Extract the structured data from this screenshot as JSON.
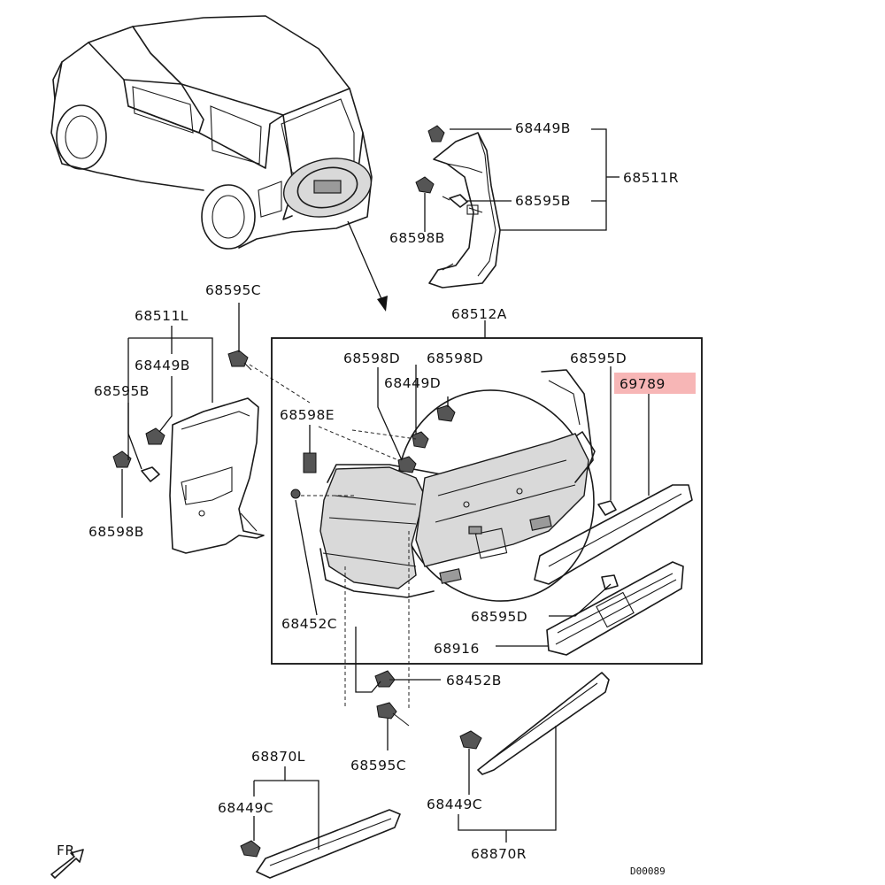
{
  "labels": {
    "p68449B_top": "68449B",
    "p68511R": "68511R",
    "p68595B_top": "68595B",
    "p68598B_top": "68598B",
    "p68595C_left": "68595C",
    "p68511L": "68511L",
    "p68449B_left": "68449B",
    "p68595B_left": "68595B",
    "p68598B_left": "68598B",
    "p68512A": "68512A",
    "p68598D_a": "68598D",
    "p68598D_b": "68598D",
    "p68595D_top": "68595D",
    "p68449D": "68449D",
    "p69789": "69789",
    "p68598E": "68598E",
    "p68452C": "68452C",
    "p68595D_bottom": "68595D",
    "p68916": "68916",
    "p68452B": "68452B",
    "p68595C_bottom": "68595C",
    "p68870L": "68870L",
    "p68449C_left": "68449C",
    "p68449C_right": "68449C",
    "p68870R": "68870R",
    "fr": "FR",
    "drawing_code": "D00089"
  },
  "colors": {
    "highlight": "#f7b6b6",
    "line": "#1a1a1a"
  }
}
